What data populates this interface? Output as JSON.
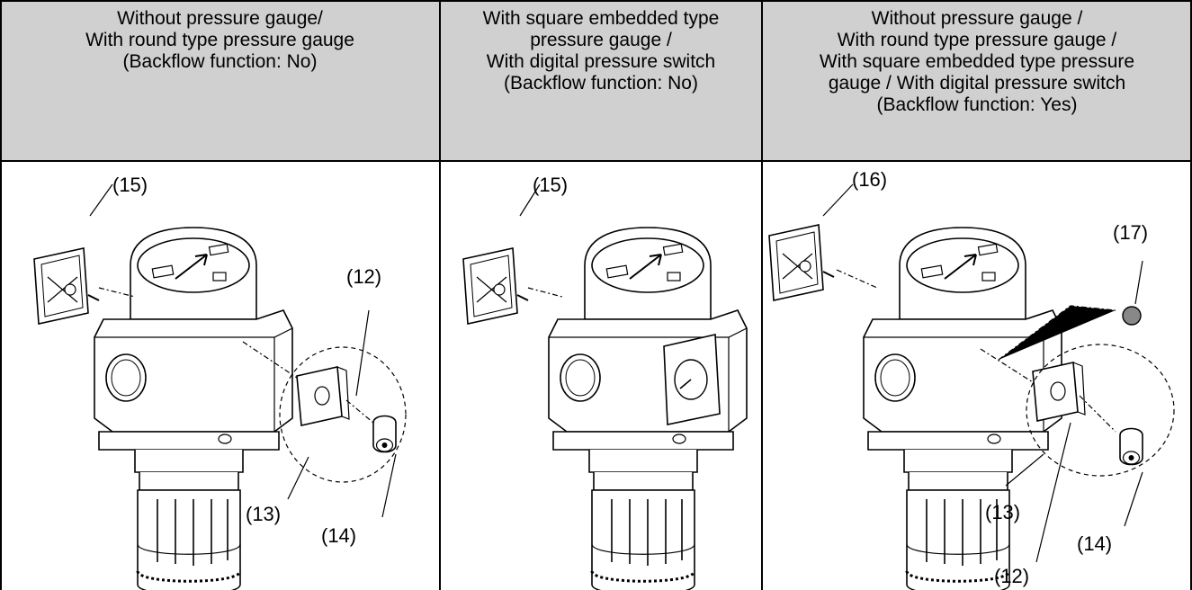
{
  "table": {
    "columns": [
      {
        "header": "Without pressure gauge/\nWith round type pressure gauge\n(Backflow function: No)",
        "labels": [
          "(15)",
          "(12)",
          "(13)",
          "(14)"
        ]
      },
      {
        "header": "With square embedded type\npressure gauge /\nWith digital pressure switch\n(Backflow function: No)",
        "labels": [
          "(15)"
        ]
      },
      {
        "header": "Without pressure gauge /\nWith round type pressure gauge /\nWith square embedded type pressure\ngauge / With digital pressure switch\n(Backflow function: Yes)",
        "labels": [
          "(16)",
          "(17)",
          "(13)",
          "(14)",
          "(12)"
        ]
      }
    ]
  }
}
